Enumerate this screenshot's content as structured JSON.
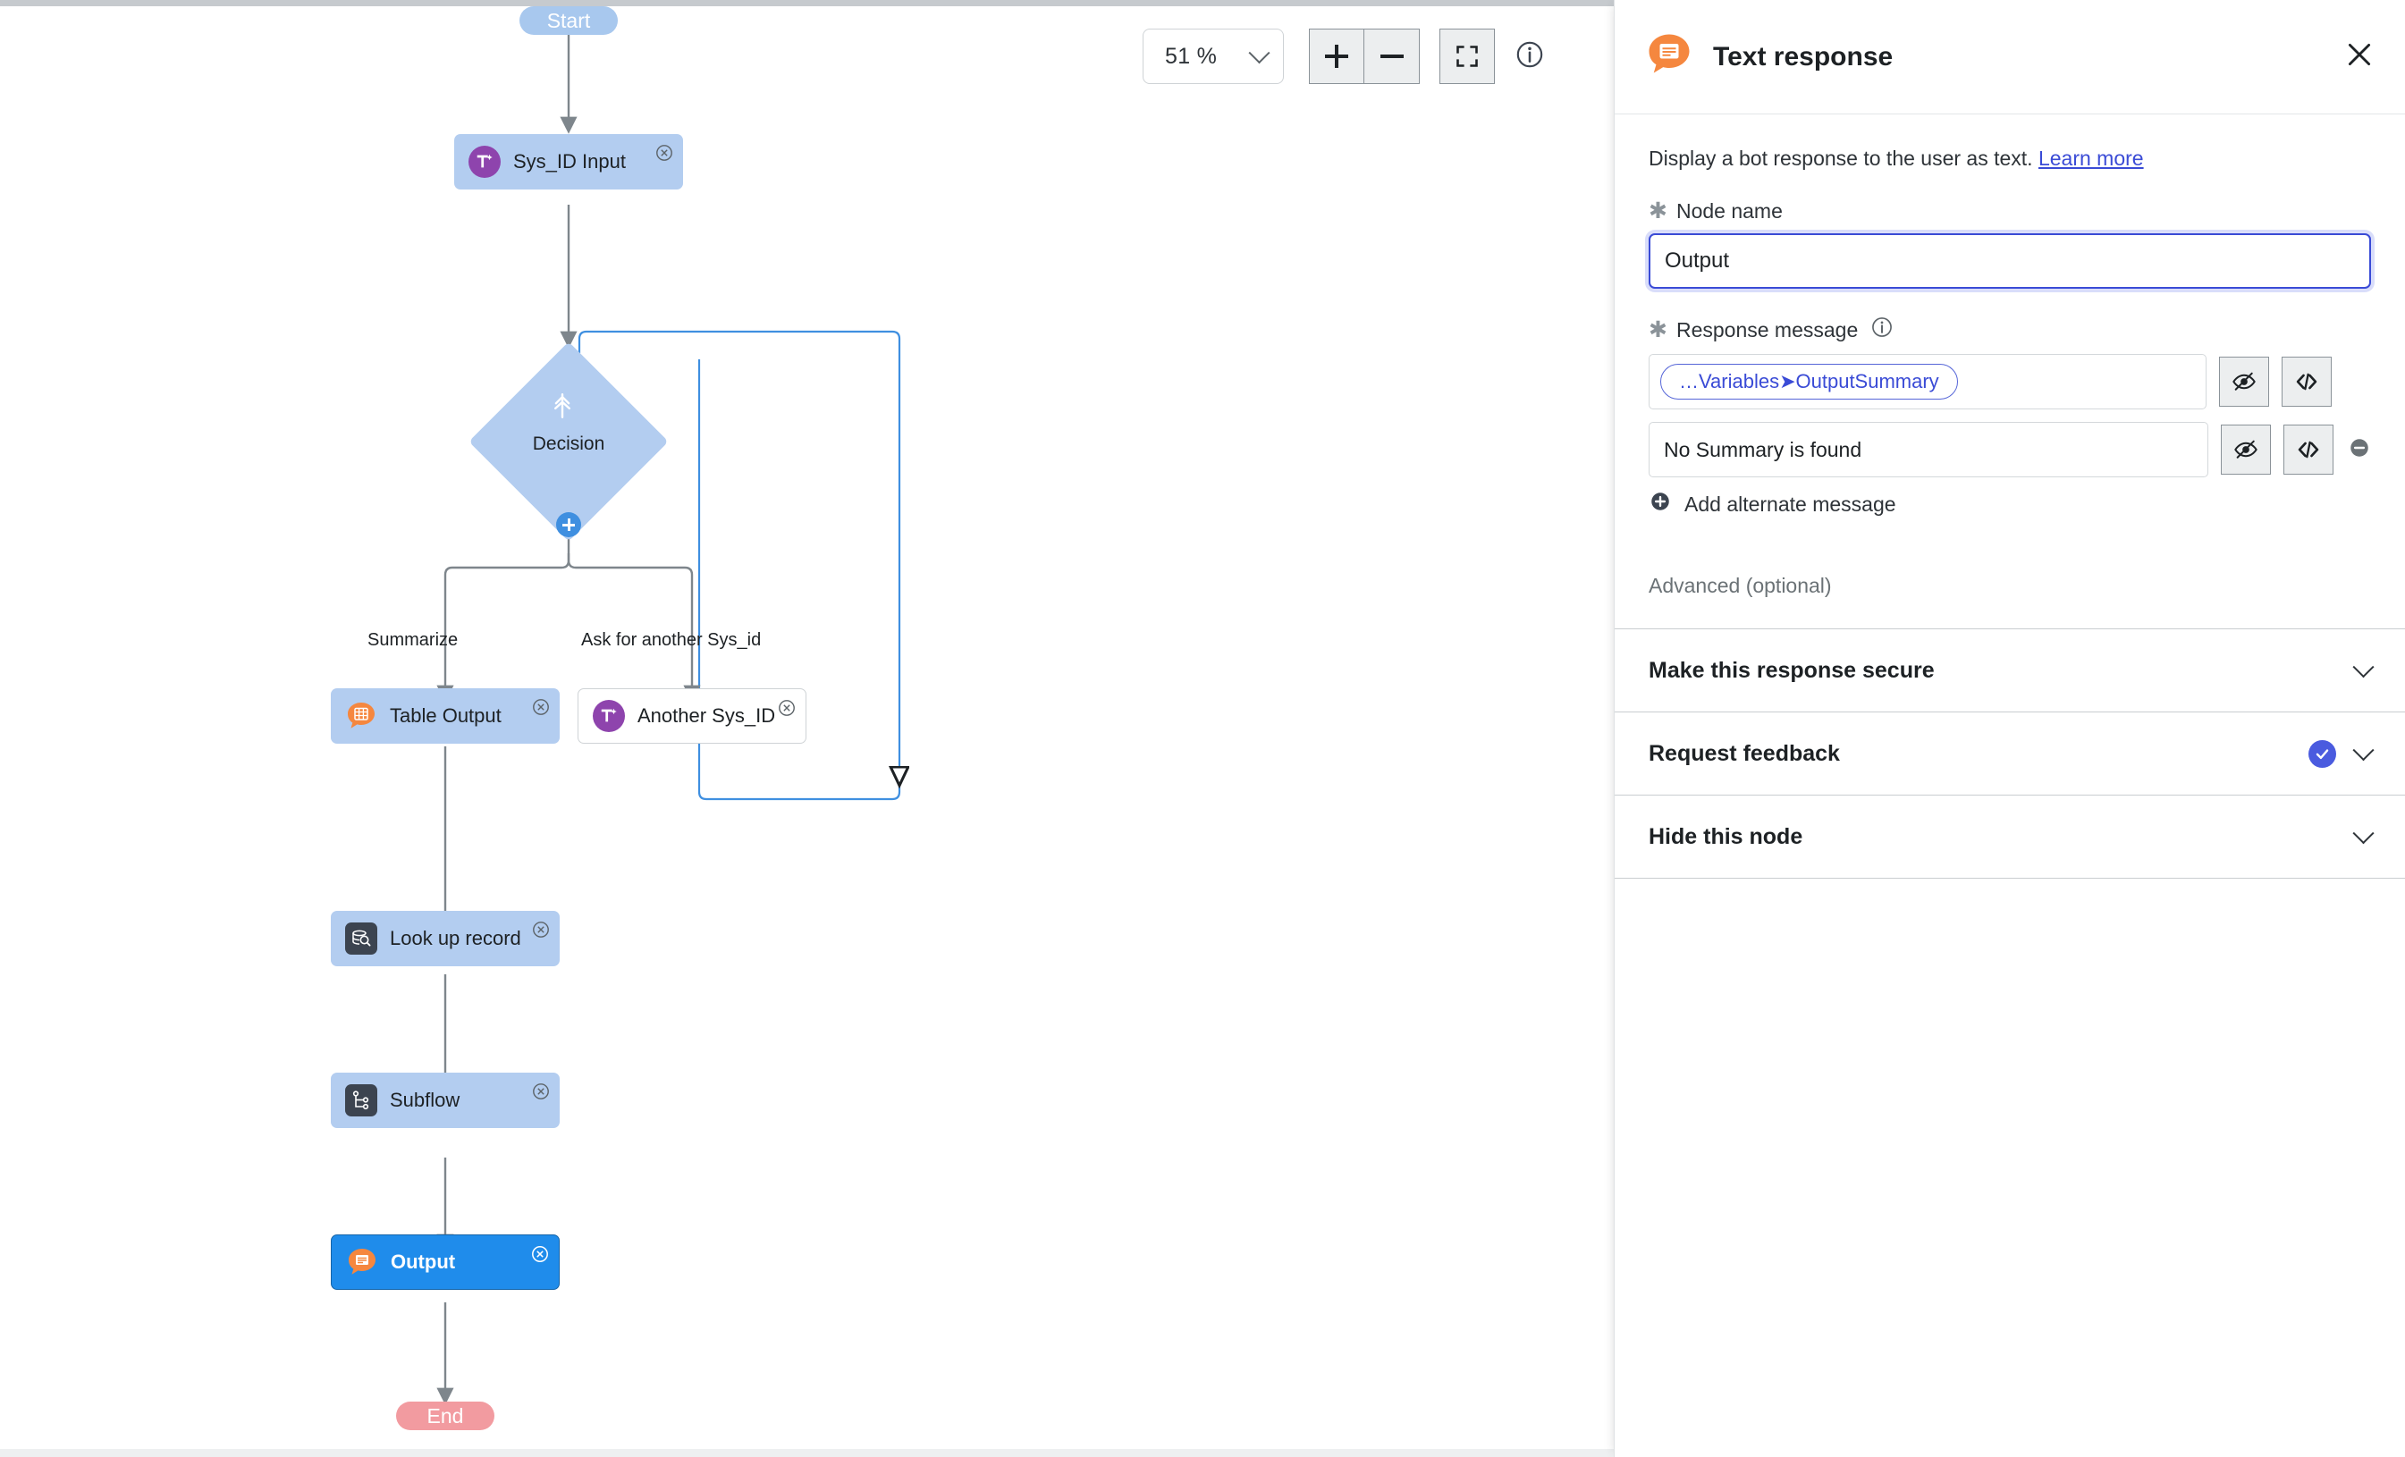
{
  "toolbar": {
    "zoom_value": "51 %",
    "zoom_in_label": "+",
    "zoom_out_label": "−",
    "fit_label": "fit-to-screen",
    "info_label": "info"
  },
  "canvas": {
    "start_label": "Start",
    "end_label": "End",
    "decision_label": "Decision",
    "branch_labels": [
      "Summarize",
      "Ask for another Sys_id"
    ],
    "nodes": [
      {
        "label": "Sys_ID Input",
        "icon": "text-input-ai-icon",
        "style": "std"
      },
      {
        "label": "Table Output",
        "icon": "table-response-icon",
        "style": "std"
      },
      {
        "label": "Another Sys_ID",
        "icon": "text-input-ai-icon",
        "style": "white"
      },
      {
        "label": "Look up record",
        "icon": "lookup-record-icon",
        "style": "std"
      },
      {
        "label": "Subflow",
        "icon": "subflow-icon",
        "style": "std"
      },
      {
        "label": "Output",
        "icon": "text-response-icon",
        "style": "selected"
      }
    ]
  },
  "panel": {
    "title": "Text response",
    "close_label": "✕",
    "description_text": "Display a bot response to the user as text.",
    "learn_more_label": "Learn more",
    "node_name": {
      "label": "Node name",
      "value": "Output",
      "placeholder": "Node name"
    },
    "response_message": {
      "label": "Response message",
      "messages": [
        {
          "type": "variable-chip",
          "value": "…Variables➤OutputSummary"
        },
        {
          "type": "text",
          "value": "No Summary is found"
        }
      ],
      "add_alternate_label": "Add alternate message",
      "preview_icon": "preview-eye-icon",
      "code_icon": "code-brackets-icon",
      "remove_icon": "remove-minus-icon"
    },
    "advanced_label": "Advanced (optional)",
    "accordions": [
      {
        "label": "Make this response secure",
        "checked": false
      },
      {
        "label": "Request feedback",
        "checked": true
      },
      {
        "label": "Hide this node",
        "checked": false
      }
    ]
  },
  "colors": {
    "node_fill": "#b3cdf0",
    "node_selected": "#1f8ceb",
    "start_fill": "#a8c8ee",
    "end_fill": "#f29ba0",
    "accent_blue": "#3a4bd6",
    "icon_orange": "#f5873f",
    "icon_purple": "#8e44ad",
    "loop_edge": "#3f8fe0"
  }
}
